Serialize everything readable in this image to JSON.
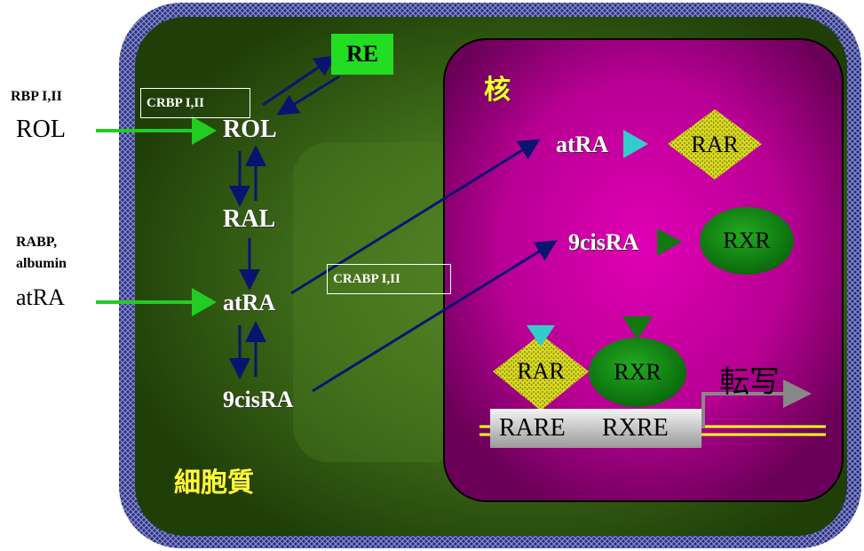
{
  "labels": {
    "outside": {
      "rbp": "RBP I,II",
      "rol": "ROL",
      "rabp": "RABP,",
      "albumin": "albumin",
      "atra": "atRA"
    },
    "cytoplasm": {
      "title": "細胞質",
      "crbp": "CRBP I,II",
      "crabp": "CRABP I,II",
      "re": "RE",
      "rol": "ROL",
      "ral": "RAL",
      "atra": "atRA",
      "ciara": "9cisRA"
    },
    "nucleus": {
      "title": "核",
      "atra": "atRA",
      "ciara": "9cisRA",
      "rar_top": "RAR",
      "rxr_top": "RXR",
      "rar_bottom": "RAR",
      "rxr_bottom": "RXR",
      "rare": "RARE",
      "rxre": "RXRE",
      "transcription": "転写"
    }
  },
  "colors": {
    "cytoplasm": "#2e5a10",
    "nucleus": "#b0008a",
    "re_box": "#22dd22",
    "green_arrow": "#22cc22",
    "dark_arrow": "#0a1470",
    "cyan_triangle": "#33cccc",
    "green_triangle": "#117711",
    "rxr_oval": "#118811",
    "rar_diamond": "#cccc22"
  }
}
